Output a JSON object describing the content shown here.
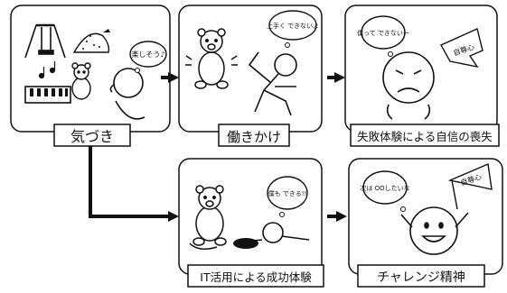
{
  "panels": [
    {
      "id": "awareness",
      "caption": "気づき",
      "bubble": "楽しそう♪"
    },
    {
      "id": "approach",
      "caption": "働きかけ",
      "bubble": "上手く できないよ"
    },
    {
      "id": "failure",
      "caption": "失敗体験による自信の喪失",
      "bubble": "僕って できないー",
      "tag": "自尊心"
    },
    {
      "id": "success",
      "caption": "IT活用による成功体験",
      "bubble": "僕も できる!!"
    },
    {
      "id": "challenge",
      "caption": "チャレンジ精神",
      "bubble": "次は OOしたいな",
      "tag": "自尊心"
    }
  ]
}
